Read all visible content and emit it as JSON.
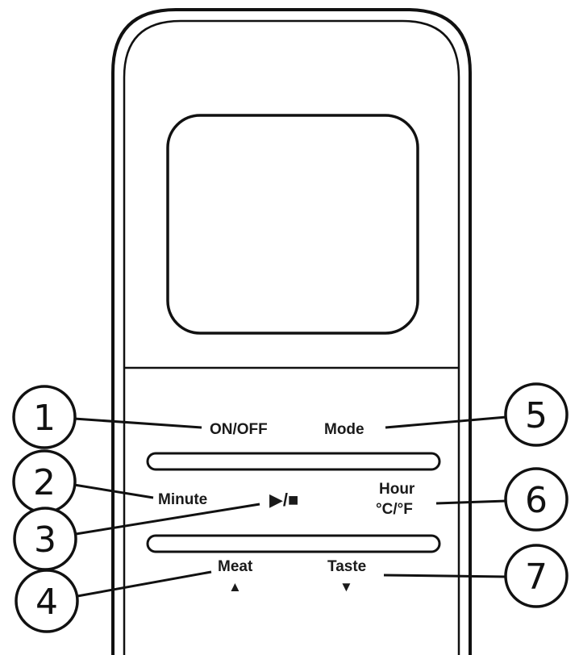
{
  "buttons": {
    "on_off": "ON/OFF",
    "mode": "Mode",
    "minute": "Minute",
    "play_stop": "▶/■",
    "hour": "Hour",
    "temp_unit": "°C/°F",
    "meat": "Meat",
    "meat_arrow": "▲",
    "taste": "Taste",
    "taste_arrow": "▼"
  },
  "callouts": {
    "c1": "1",
    "c2": "2",
    "c3": "3",
    "c4": "4",
    "c5": "5",
    "c6": "6",
    "c7": "7"
  }
}
